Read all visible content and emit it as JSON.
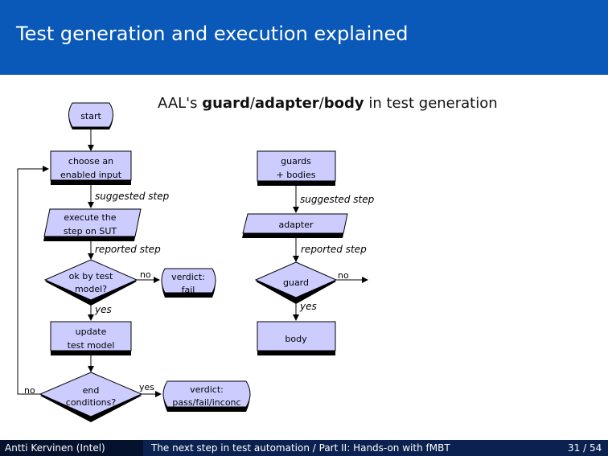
{
  "header": {
    "title": "Test generation and execution explained"
  },
  "subtitle": {
    "prefix": "AAL's ",
    "guard": "guard",
    "sep1": "/",
    "adapter": "adapter",
    "sep2": "/",
    "body": "body",
    "suffix": " in test generation"
  },
  "left_flow": {
    "start": "start",
    "choose_line1": "choose an",
    "choose_line2": "enabled input",
    "suggested_step": "suggested step",
    "execute_line1": "execute the",
    "execute_line2": "step on SUT",
    "reported_step": "reported step",
    "ok_line1": "ok by test",
    "ok_line2": "model?",
    "no1": "no",
    "verdict_fail_line1": "verdict:",
    "verdict_fail_line2": "fail",
    "yes1": "yes",
    "update_line1": "update",
    "update_line2": "test model",
    "end_line1": "end",
    "end_line2": "conditions?",
    "no2": "no",
    "yes2": "yes",
    "verdict_pass_line1": "verdict:",
    "verdict_pass_line2": "pass/fail/inconc"
  },
  "right_flow": {
    "guards_line1": "guards",
    "guards_line2": "+ bodies",
    "suggested_step": "suggested step",
    "adapter": "adapter",
    "reported_step": "reported step",
    "guard": "guard",
    "no": "no",
    "yes": "yes",
    "body": "body"
  },
  "footer": {
    "author": "Antti Kervinen  (Intel)",
    "talk": "The next step in test automation / Part II: Hands-on with fMBT",
    "page": "31 / 54"
  },
  "colors": {
    "header_bg": "#0a58b8",
    "box_fill": "#ccccff",
    "footer_dark": "#05122e",
    "footer_mid": "#0b2150"
  }
}
